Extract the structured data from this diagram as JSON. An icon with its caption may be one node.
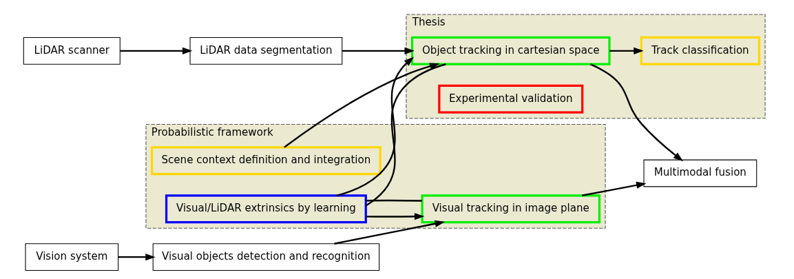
{
  "diagram": {
    "nodes": [
      {
        "text": [
          "LiDAR scanner"
        ]
      },
      {
        "text": [
          "Vision system"
        ]
      },
      {
        "text": [
          "LiDAR data segmentation"
        ]
      },
      {
        "text": [
          "Visual objects detection and recognition"
        ]
      },
      {
        "text": [
          "Thesis"
        ]
      },
      {
        "text": [
          "Object tracking in cartesian space"
        ],
        "in": 4
      },
      {
        "text": [
          "Track classification"
        ],
        "in": 4
      },
      {
        "text": [
          "Experimental validation"
        ],
        "in": 4
      },
      {
        "text": [
          "Probabilistic framework"
        ]
      },
      {
        "text": [
          "Scene context definition and integration"
        ],
        "in": 8
      },
      {
        "text": [
          "Visual/LiDAR extrinsics by learning"
        ],
        "in": 8
      },
      {
        "text": [
          "Visual tracking in image plane"
        ],
        "in": 8
      },
      {
        "text": [
          "Multimodal fusion"
        ]
      }
    ],
    "edges": [
      {
        "from": 0,
        "to": 2,
        "arrow": "to"
      },
      {
        "from": 1,
        "to": 3,
        "arrow": "to"
      },
      {
        "from": 2,
        "to": 5,
        "arrow": "to"
      },
      {
        "from": 3,
        "to": 11,
        "arrow": "to"
      },
      {
        "from": 9,
        "to": 5,
        "arrow": "to"
      },
      {
        "from": 5,
        "to": 6,
        "arrow": "to"
      },
      {
        "from": 10,
        "to": 5,
        "arrow": "to"
      },
      {
        "from": 5,
        "to": 10,
        "arrow": "none"
      },
      {
        "from": 11,
        "to": 10,
        "arrow": "none"
      },
      {
        "from": 10,
        "to": 11,
        "arrow": "to"
      },
      {
        "from": 5,
        "to": 12,
        "arrow": "to"
      },
      {
        "from": 11,
        "to": 12,
        "arrow": "to"
      }
    ]
  }
}
